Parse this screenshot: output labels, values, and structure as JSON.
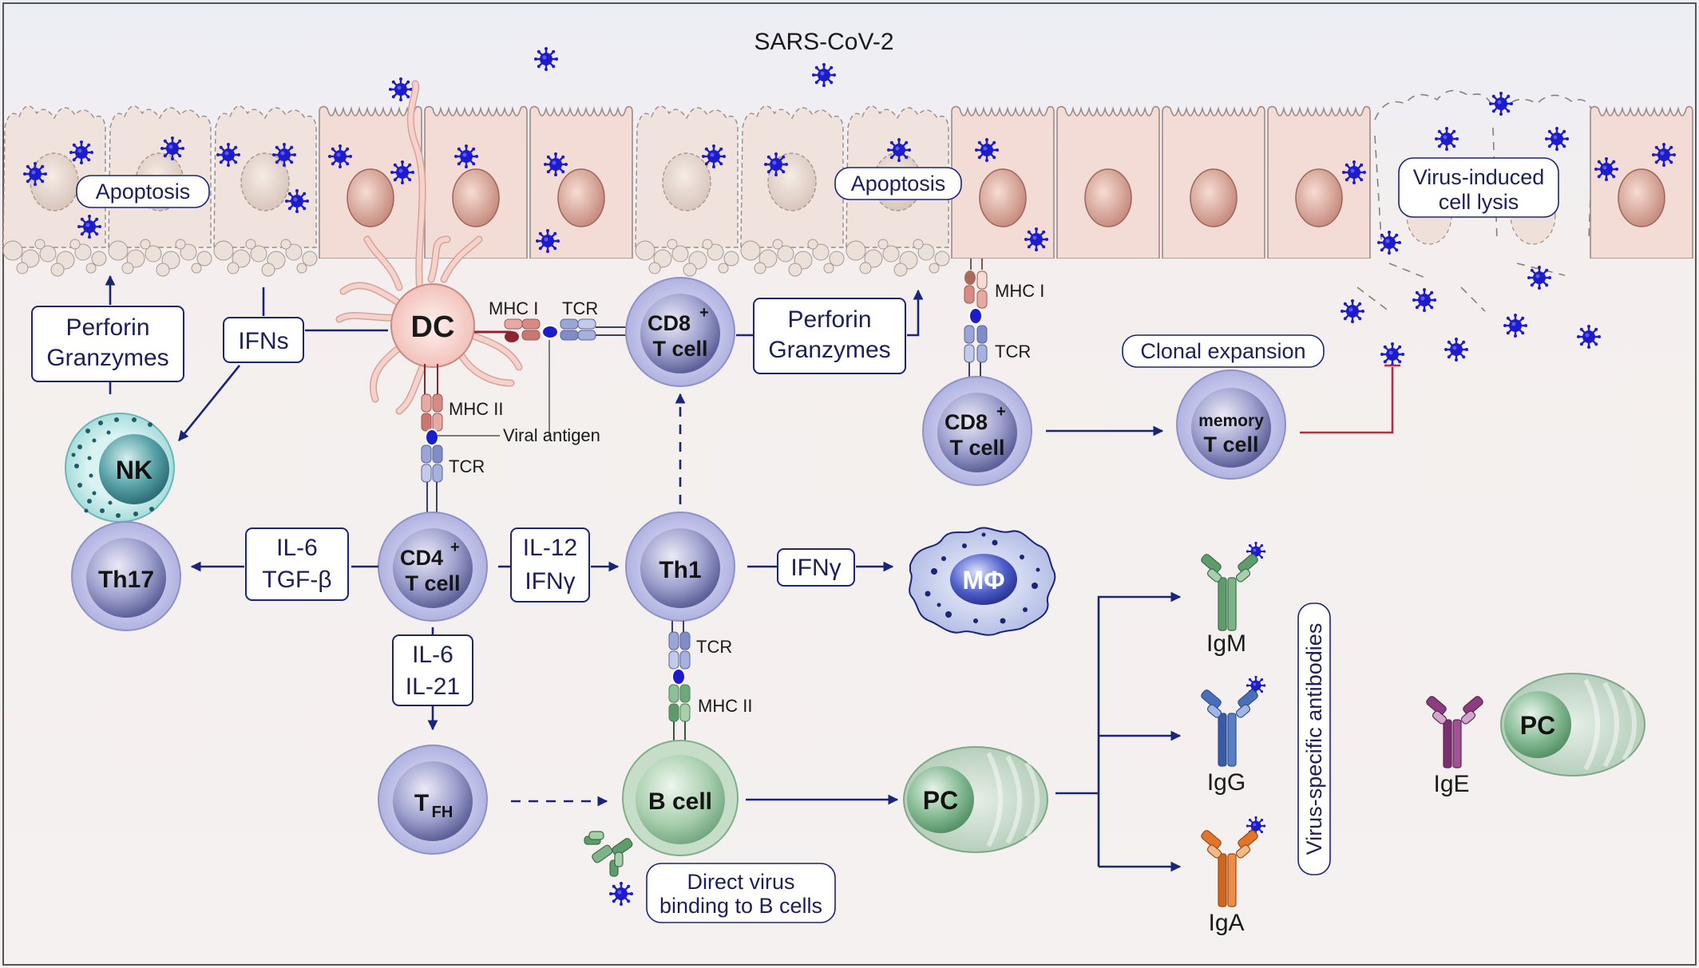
{
  "title": "SARS-CoV-2",
  "colors": {
    "arrow": "#1a2478",
    "label_text": "#1c1f5a",
    "virus": "#1c1ccc",
    "inhibit": "#c02a3a",
    "tcell": "#7b7fb8",
    "bcell": "#5f9c6c",
    "epithelium": "#f3dcd5",
    "nucleus": "#c98878"
  },
  "epithelium": {
    "apoptosis_left": "Apoptosis",
    "apoptosis_mid": "Apoptosis",
    "lysis_line1": "Virus-induced",
    "lysis_line2": "cell  lysis"
  },
  "cells": {
    "dc": "DC",
    "nk": "NK",
    "cd8_top_line1": "CD8",
    "cd8_top_sup": "+",
    "cd8_top_line2": "T cell",
    "cd8_right_line1": "CD8",
    "cd8_right_sup": "+",
    "cd8_right_line2": "T cell",
    "memory_line1": "memory",
    "memory_line2": "T cell",
    "th17": "Th17",
    "cd4_line1": "CD4",
    "cd4_sup": "+",
    "cd4_line2": "T cell",
    "th1": "Th1",
    "macrophage": "MΦ",
    "tfh_main": "T",
    "tfh_sub": "FH",
    "bcell": "B cell",
    "pc_main": "PC",
    "pc_right": "PC"
  },
  "receptors": {
    "mhc1_dc": "MHC I",
    "tcr_dc": "TCR",
    "mhc2_dc": "MHC II",
    "viral_antigen": "Viral antigen",
    "tcr_cd4": "TCR",
    "mhc1_epi": "MHC I",
    "tcr_epi": "TCR",
    "tcr_th1": "TCR",
    "mhc2_b": "MHC II"
  },
  "labels": {
    "perforin_left_1": "Perforin",
    "perforin_left_2": "Granzymes",
    "ifns": "IFNs",
    "perforin_right_1": "Perforin",
    "perforin_right_2": "Granzymes",
    "clonal_expansion": "Clonal expansion",
    "il6_tgfb_1": "IL-6",
    "il6_tgfb_2": "TGF-β",
    "il12_ifng_1": "IL-12",
    "il12_ifng_2": "IFNγ",
    "ifng": "IFNγ",
    "il6_il21_1": "IL-6",
    "il6_il21_2": "IL-21",
    "direct_virus_1": "Direct virus",
    "direct_virus_2": "binding to B cells",
    "virus_specific_antibodies": "Virus-specific antibodies"
  },
  "antibodies": {
    "igm": "IgM",
    "igg": "IgG",
    "iga": "IgA",
    "ige": "IgE"
  }
}
